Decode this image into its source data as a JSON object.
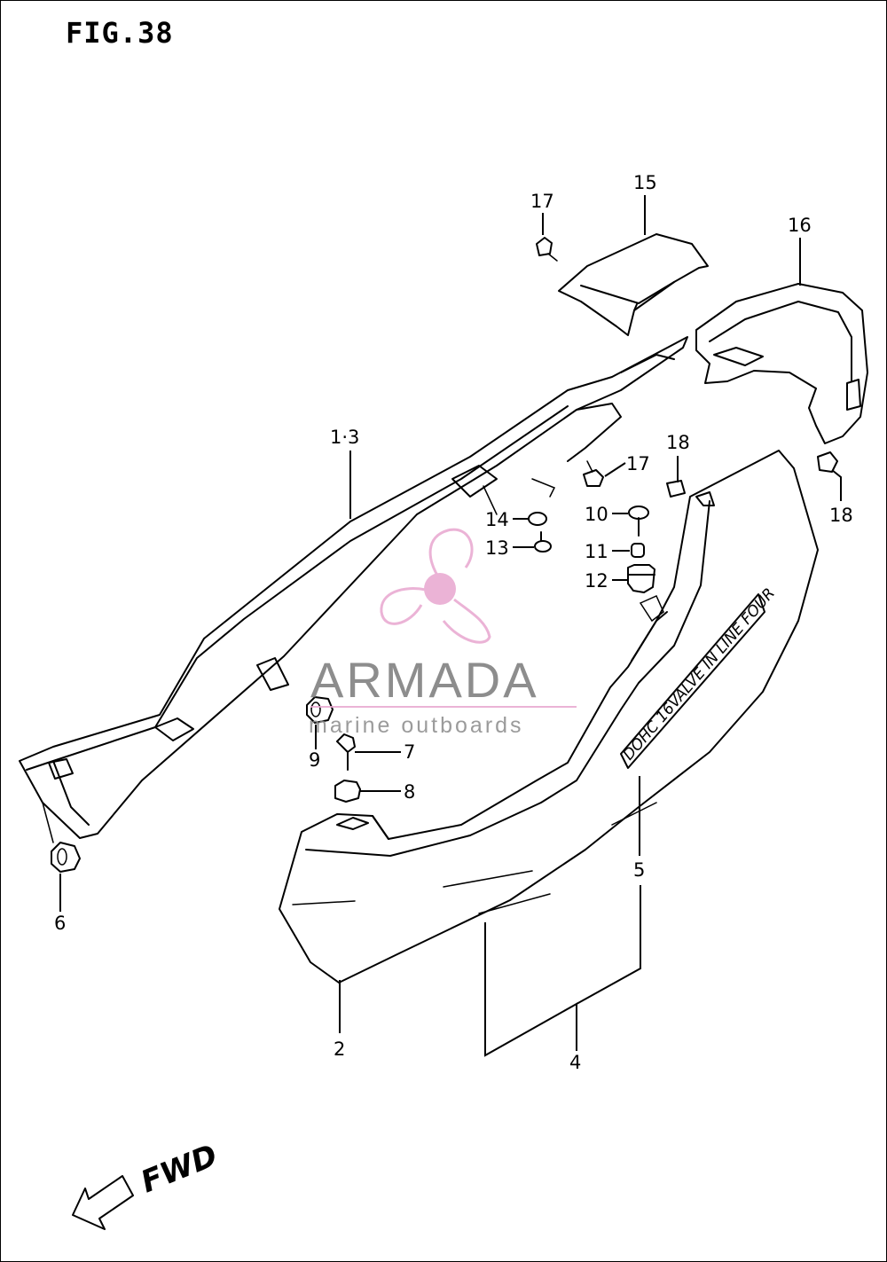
{
  "figure": {
    "title": "FIG.38"
  },
  "callouts": {
    "c1_3": "1·3",
    "c2": "2",
    "c4": "4",
    "c5": "5",
    "c6": "6",
    "c7": "7",
    "c8": "8",
    "c9": "9",
    "c10": "10",
    "c11": "11",
    "c12": "12",
    "c13": "13",
    "c14": "14",
    "c15": "15",
    "c16": "16",
    "c17_top": "17",
    "c17_mid": "17",
    "c18_top": "18",
    "c18_right": "18"
  },
  "decal": {
    "text": "DOHC 16VALVE IN LINE FOUR"
  },
  "direction": {
    "label": "FWD"
  },
  "watermark": {
    "brand": "ARMADA",
    "tagline": "marine outboards",
    "accent_color": "#e8a6cf",
    "icon": "propeller-logo-icon"
  }
}
